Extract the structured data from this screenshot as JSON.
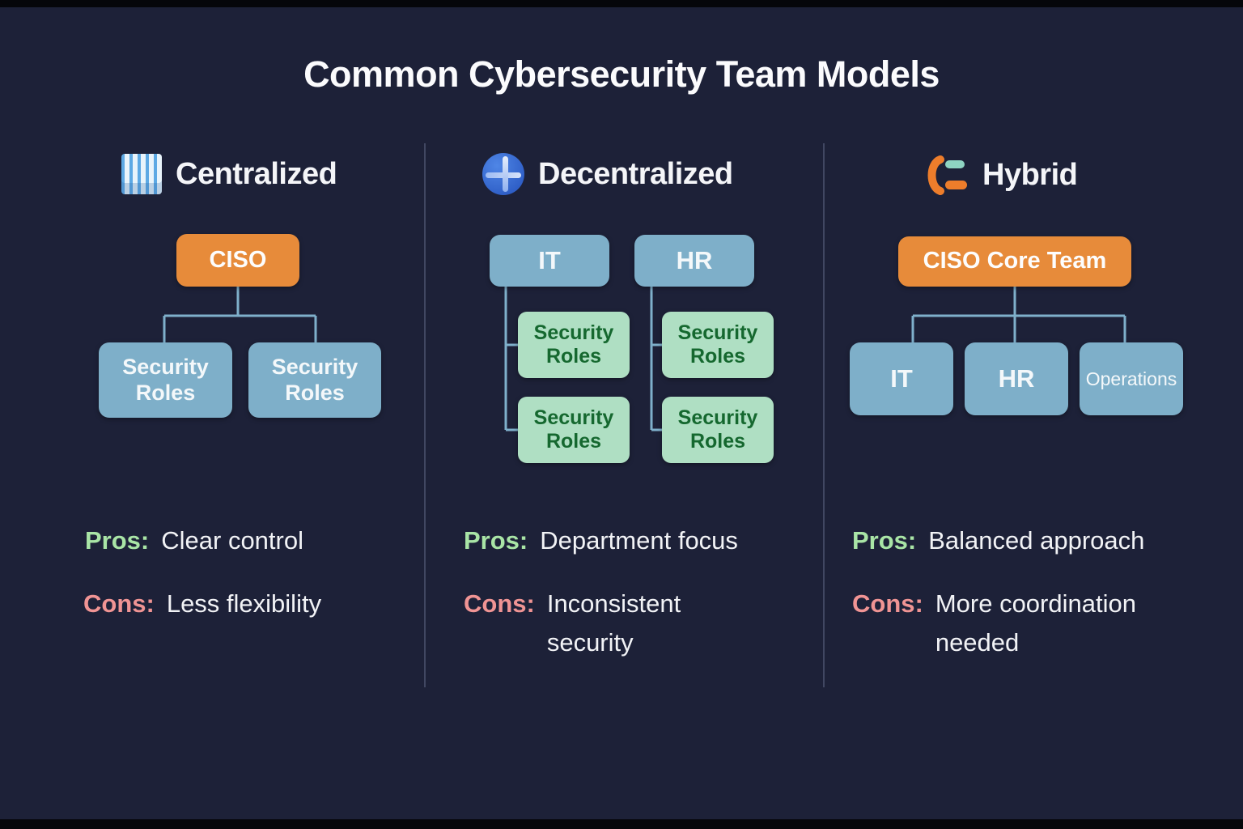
{
  "title": "Common Cybersecurity Team Models",
  "colors": {
    "background": "#1d2138",
    "orange": "#e78b3a",
    "blue_box": "#7eafc9",
    "green_box": "#afdfc3",
    "green_box_text": "#15682f",
    "pros": "#a9e5a6",
    "cons": "#f09494",
    "connector": "#7fb0cb"
  },
  "columns": [
    {
      "label": "Centralized",
      "icon": "building-grid-icon",
      "chart": {
        "type": "org-chart",
        "root": "CISO",
        "children": [
          "Security Roles",
          "Security Roles"
        ]
      },
      "pros_label": "Pros:",
      "pros": "Clear control",
      "cons_label": "Cons:",
      "cons": "Less flexibility"
    },
    {
      "label": "Decentralized",
      "icon": "globe-plus-icon",
      "chart": {
        "type": "org-chart",
        "parents": [
          {
            "label": "IT",
            "children": [
              "Security Roles",
              "Security Roles"
            ]
          },
          {
            "label": "HR",
            "children": [
              "Security Roles",
              "Security Roles"
            ]
          }
        ]
      },
      "pros_label": "Pros:",
      "pros": "Department focus",
      "cons_label": "Cons:",
      "cons": "Inconsistent security"
    },
    {
      "label": "Hybrid",
      "icon": "merge-shuffle-icon",
      "chart": {
        "type": "org-chart",
        "root": "CISO Core Team",
        "children": [
          "IT",
          "HR",
          "Operations"
        ]
      },
      "pros_label": "Pros:",
      "pros": "Balanced approach",
      "cons_label": "Cons:",
      "cons": "More coordination needed"
    }
  ]
}
